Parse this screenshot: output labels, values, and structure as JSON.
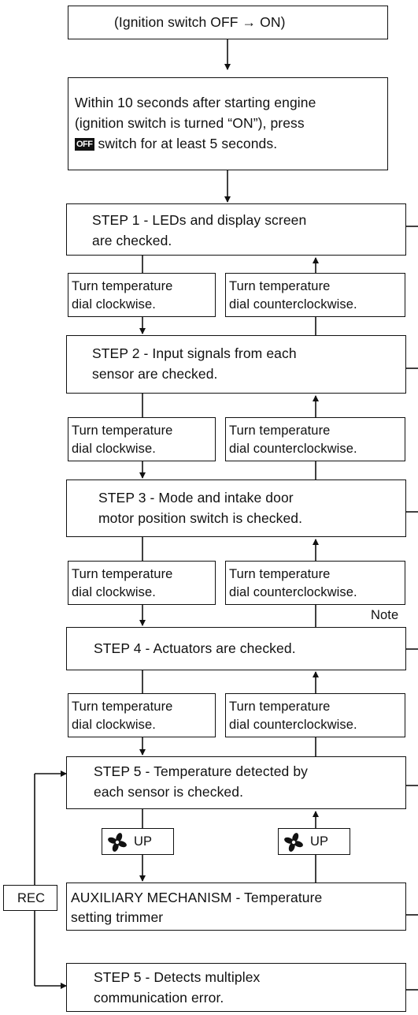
{
  "box_start": "(Ignition switch OFF → ON)",
  "box_press": {
    "line1": "Within 10 seconds after starting engine",
    "line2": "(ignition switch is turned “ON”), press",
    "off_key": "OFF",
    "line3_rest": "switch for at least 5 seconds."
  },
  "step1": {
    "line1": "STEP 1 - LEDs and display  screen",
    "line2": "are checked."
  },
  "step2": {
    "line1": "STEP 2 - Input signals from each",
    "line2": "sensor are checked."
  },
  "step3": {
    "line1": "STEP 3 - Mode and intake door",
    "line2": "motor position switch is checked."
  },
  "step4": {
    "line1": "STEP 4 - Actuators are checked."
  },
  "step5": {
    "line1": "STEP 5 - Temperature detected by",
    "line2": "each sensor is checked."
  },
  "aux": {
    "line1": "AUXILIARY MECHANISM - Temperature",
    "line2": "setting trimmer"
  },
  "step5b": {
    "line1": "STEP 5 - Detects multiplex",
    "line2": "communication error."
  },
  "turn_cw": {
    "line1": "Turn temperature",
    "line2": "dial clockwise."
  },
  "turn_ccw": {
    "line1": "Turn temperature",
    "line2": "dial counterclockwise."
  },
  "note_label": "Note",
  "fan_up_label": "UP",
  "fan_icon": "fan-icon",
  "rec_label": "REC",
  "colors": {
    "line": "#111111",
    "background": "#ffffff"
  }
}
